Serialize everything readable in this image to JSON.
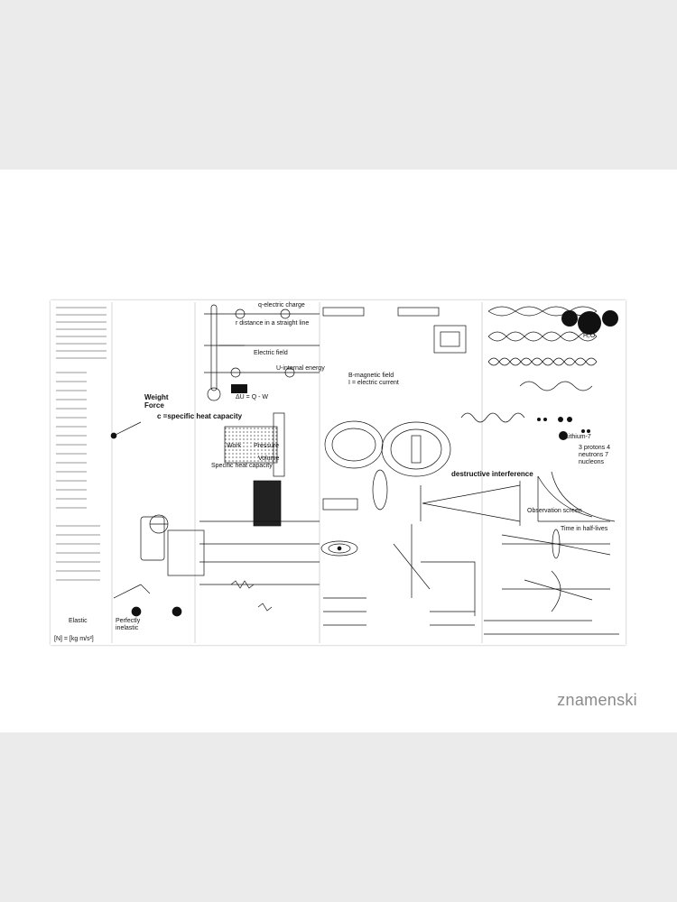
{
  "watermark": "znamenski",
  "poster": {
    "labels": {
      "charge": "q-electric charge",
      "straight_line": "r distance in a straight line",
      "heat_capacity": "c =specific heat capacity",
      "electric_field": "Electric field",
      "electric_energy": "U-internal energy",
      "first_law": "ΔU = Q - W",
      "magnetic_field": "B-magnetic field",
      "electric_current": "I = electric current",
      "destructive": "destructive interference",
      "observation": "Observation screen",
      "half_lives": "Time in half-lives",
      "lithium": "Lithium-7",
      "nucleons": "3 protons  4 neutrons  7 nucleons",
      "elastic": "Elastic",
      "perfectly_inelastic": "Perfectly inelastic",
      "units": "[N] = [kg m/s²]",
      "pressure": "Pressure",
      "volume": "Volume",
      "work": "Work",
      "weight": "Weight",
      "force": "Force",
      "water": "H₂O",
      "specific_heat_table": "Specific heat capacity"
    }
  }
}
